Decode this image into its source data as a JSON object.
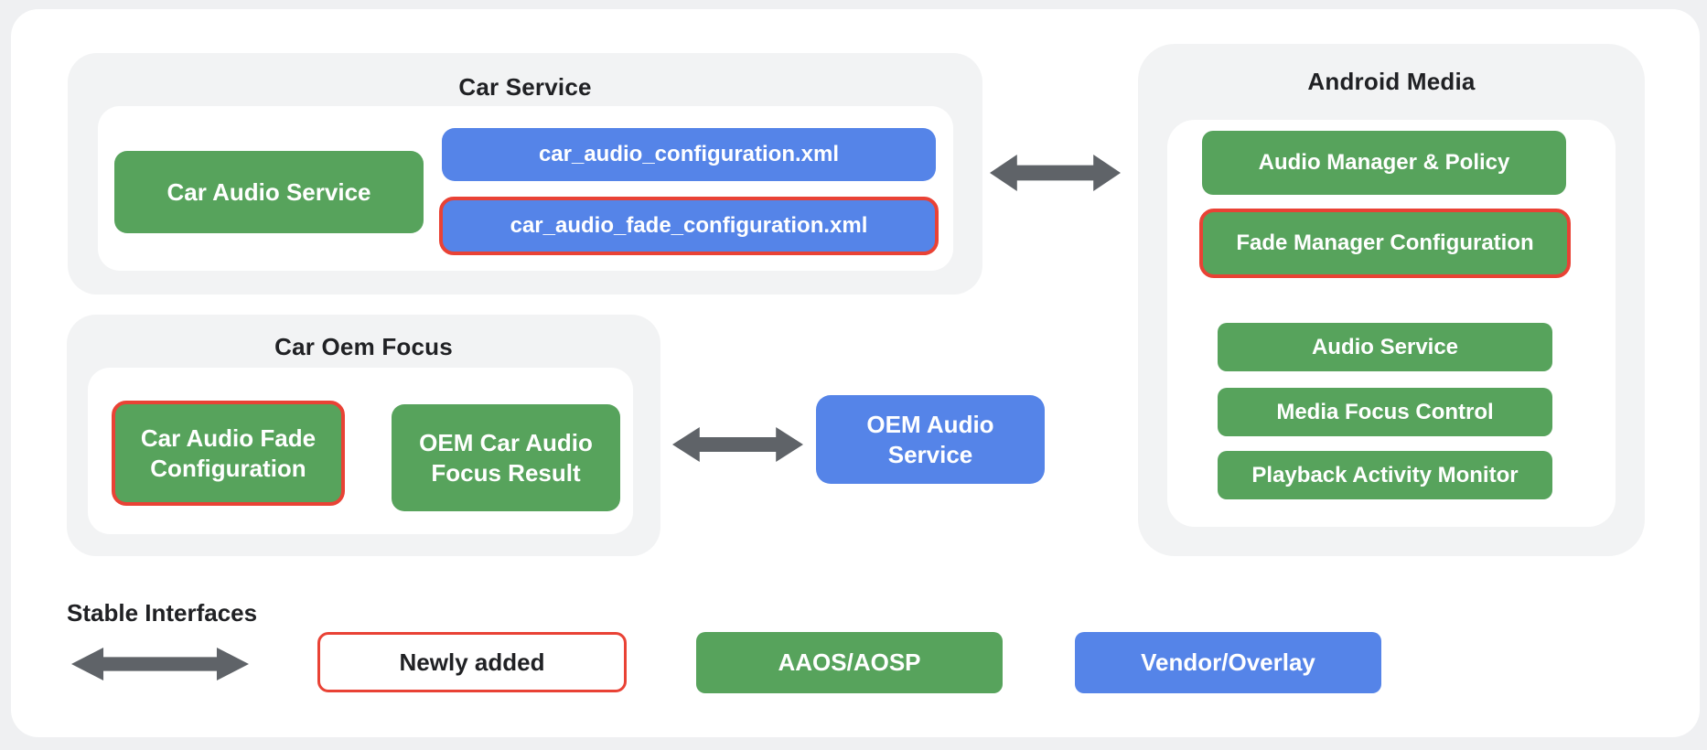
{
  "colors": {
    "green": "#57A35C",
    "blue": "#5584E8",
    "red": "#E94235",
    "arrow": "#5F6368",
    "section_bg": "#F2F3F4",
    "page_bg": "#EFF0F2",
    "card_bg": "#FFFFFF",
    "text_dark": "#202124"
  },
  "sections": {
    "car_service": {
      "title": "Car Service",
      "boxes": {
        "car_audio_service": "Car Audio Service",
        "config_xml": "car_audio_configuration.xml",
        "fade_config_xml": "car_audio_fade_configuration.xml"
      }
    },
    "car_oem_focus": {
      "title": "Car Oem Focus",
      "boxes": {
        "car_audio_fade_configuration": "Car Audio Fade Configuration",
        "oem_car_audio_focus_result": "OEM Car Audio Focus Result"
      }
    },
    "android_media": {
      "title": "Android Media",
      "boxes": {
        "audio_manager_policy": "Audio Manager & Policy",
        "fade_manager_configuration": "Fade Manager Configuration",
        "audio_service": "Audio Service",
        "media_focus_control": "Media Focus Control",
        "playback_activity_monitor": "Playback Activity Monitor"
      }
    },
    "standalone": {
      "oem_audio_service": "OEM Audio Service"
    }
  },
  "legend": {
    "stable_interfaces": "Stable Interfaces",
    "newly_added": "Newly added",
    "aaos_aosp": "AAOS/AOSP",
    "vendor_overlay": "Vendor/Overlay"
  }
}
